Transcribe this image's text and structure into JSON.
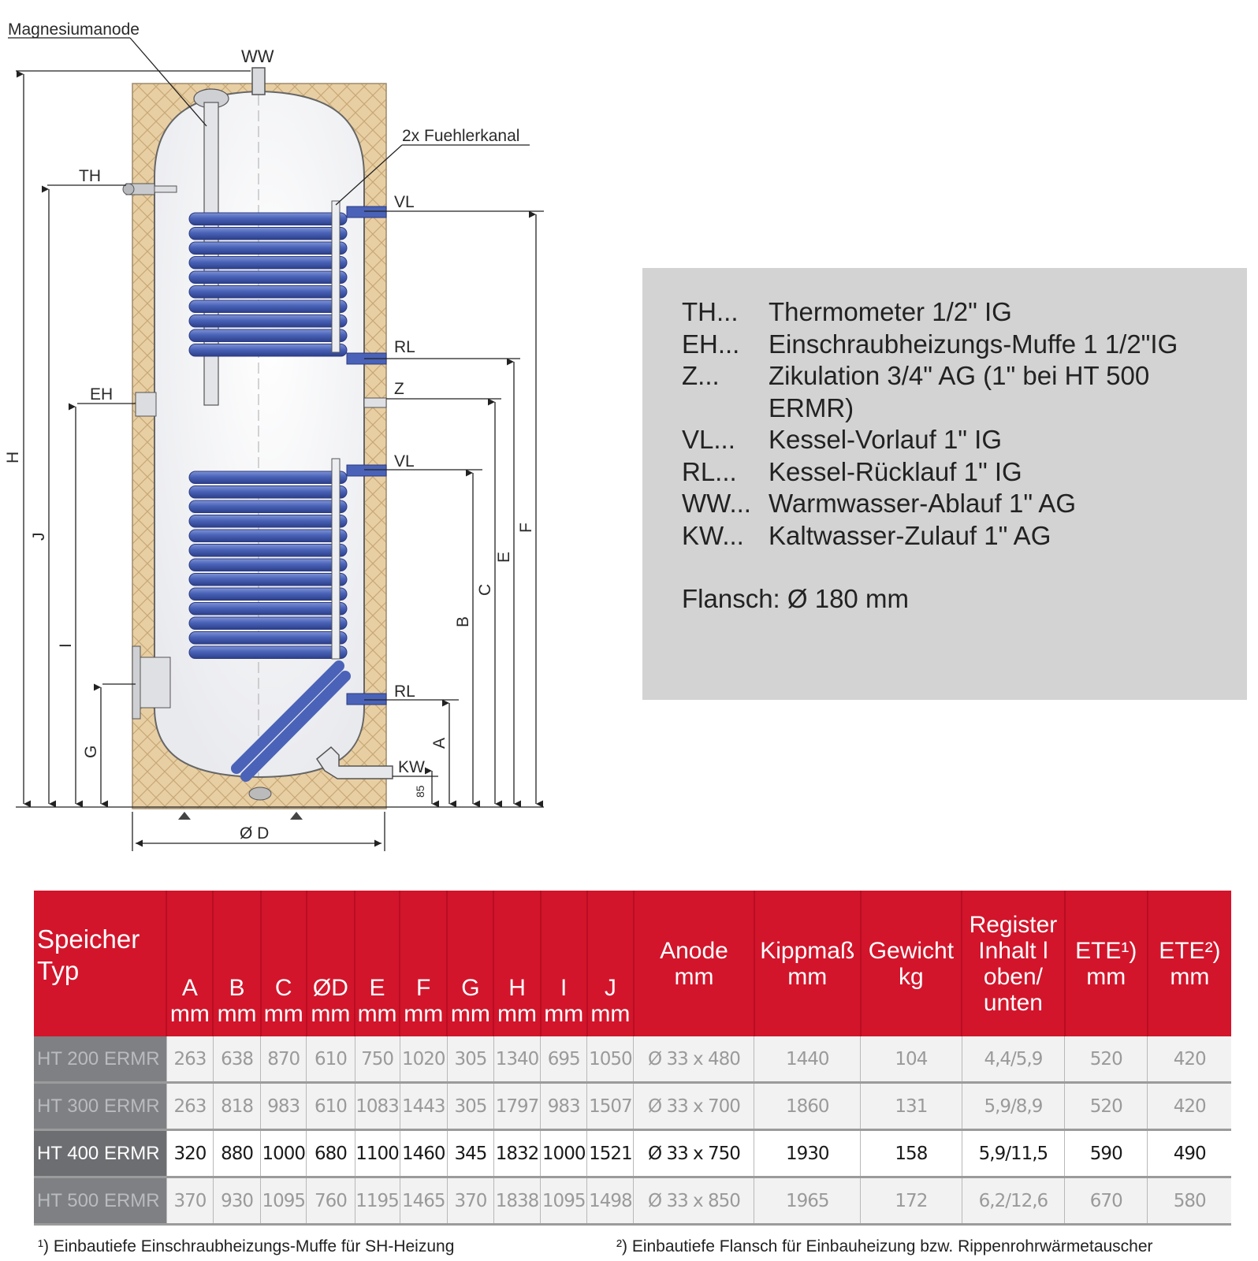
{
  "diagram": {
    "magnesium_anode": "Magnesiumanode",
    "ww": "WW",
    "sensor_channel": "2x Fuehlerkanal",
    "th": "TH",
    "eh": "EH",
    "vl_top": "VL",
    "rl_top": "RL",
    "z": "Z",
    "vl_bottom": "VL",
    "rl_bottom": "RL",
    "kw": "KW",
    "offset_85": "85",
    "dim_h": "H",
    "dim_j": "J",
    "dim_i": "I",
    "dim_g": "G",
    "dim_a": "A",
    "dim_b": "B",
    "dim_c": "C",
    "dim_e": "E",
    "dim_f": "F",
    "dim_d": "Ø D"
  },
  "legend": {
    "items": [
      {
        "key": "TH...",
        "value": "Thermometer 1/2\" IG"
      },
      {
        "key": "EH...",
        "value": "Einschraubheizungs-Muffe 1 1/2\"IG"
      },
      {
        "key": "Z...",
        "value": "Zikulation 3/4\" AG (1\" bei HT 500 ERMR)"
      },
      {
        "key": "VL...",
        "value": "Kessel-Vorlauf 1\" IG"
      },
      {
        "key": "RL...",
        "value": "Kessel-Rücklauf 1\" IG"
      },
      {
        "key": "WW...",
        "value": "Warmwasser-Ablauf 1\" AG"
      },
      {
        "key": "KW...",
        "value": "Kaltwasser-Zulauf 1\" AG"
      }
    ],
    "flange": "Flansch: Ø 180 mm"
  },
  "table": {
    "type_header": "Speicher Typ",
    "dim_headers": [
      {
        "letter": "A",
        "unit": "mm"
      },
      {
        "letter": "B",
        "unit": "mm"
      },
      {
        "letter": "C",
        "unit": "mm"
      },
      {
        "letter": "ØD",
        "unit": "mm"
      },
      {
        "letter": "E",
        "unit": "mm"
      },
      {
        "letter": "F",
        "unit": "mm"
      },
      {
        "letter": "G",
        "unit": "mm"
      },
      {
        "letter": "H",
        "unit": "mm"
      },
      {
        "letter": "I",
        "unit": "mm"
      },
      {
        "letter": "J",
        "unit": "mm"
      }
    ],
    "extra_headers": [
      {
        "label": "Anode",
        "unit": "mm"
      },
      {
        "label": "Kippmaß",
        "unit": "mm"
      },
      {
        "label": "Gewicht",
        "unit": "kg"
      },
      {
        "label": "Register Inhalt l oben/ unten",
        "unit": ""
      },
      {
        "label": "ETE¹)",
        "unit": "mm"
      },
      {
        "label": "ETE²)",
        "unit": "mm"
      }
    ],
    "rows": [
      {
        "type": "HT 200 ERMR",
        "cells": [
          "263",
          "638",
          "870",
          "610",
          "750",
          "1020",
          "305",
          "1340",
          "695",
          "1050",
          "Ø 33 x 480",
          "1440",
          "104",
          "4,4/5,9",
          "520",
          "420"
        ]
      },
      {
        "type": "HT 300 ERMR",
        "cells": [
          "263",
          "818",
          "983",
          "610",
          "1083",
          "1443",
          "305",
          "1797",
          "983",
          "1507",
          "Ø 33 x 700",
          "1860",
          "131",
          "5,9/8,9",
          "520",
          "420"
        ]
      },
      {
        "type": "HT 400 ERMR",
        "cells": [
          "320",
          "880",
          "1000",
          "680",
          "1100",
          "1460",
          "345",
          "1832",
          "1000",
          "1521",
          "Ø 33 x 750",
          "1930",
          "158",
          "5,9/11,5",
          "590",
          "490"
        ],
        "highlight": true
      },
      {
        "type": "HT 500 ERMR",
        "cells": [
          "370",
          "930",
          "1095",
          "760",
          "1195",
          "1465",
          "370",
          "1838",
          "1095",
          "1498",
          "Ø 33 x 850",
          "1965",
          "172",
          "6,2/12,6",
          "670",
          "580"
        ]
      }
    ]
  },
  "footnotes": {
    "note1": "¹) Einbautiefe Einschraubheizungs-Muffe für SH-Heizung",
    "note2": "²) Einbautiefe Flansch für Einbauheizung bzw. Rippenrohrwärmetauscher"
  },
  "colors": {
    "header_red": "#d2152b",
    "coil_blue": "#4a63b8",
    "insulation": "#e6cfa4"
  }
}
